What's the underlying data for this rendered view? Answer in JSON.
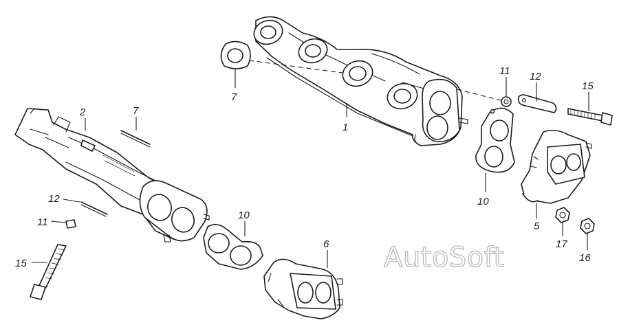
{
  "callouts": {
    "c1": "1",
    "c2": "2",
    "c5": "5",
    "c6": "6",
    "c7_top": "7",
    "c7_left": "7",
    "c10_right": "10",
    "c10_bottom": "10",
    "c11_top": "11",
    "c11_left": "11",
    "c12_top": "12",
    "c12_left": "12",
    "c15_top": "15",
    "c15_left": "15",
    "c16": "16",
    "c17": "17"
  },
  "watermark": "AutoSoft",
  "colors": {
    "line": "#1a1a1a",
    "background": "#ffffff",
    "watermark_outline": "#b9b9b9"
  }
}
